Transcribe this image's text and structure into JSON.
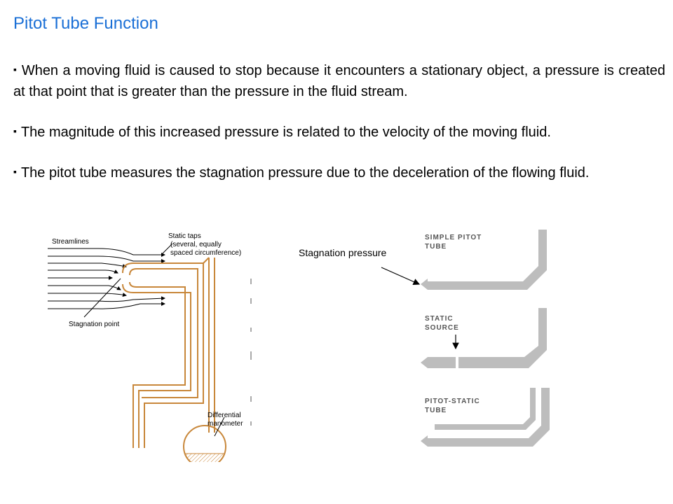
{
  "slide": {
    "title": "Pitot Tube Function",
    "bullet_marker": "▪",
    "bullets": [
      "When a moving fluid is caused to stop because it encounters a stationary object, a pressure is created at that point that is greater than the pressure in the fluid stream.",
      "The magnitude of this increased pressure is related to the velocity of the moving fluid.",
      "The pitot tube measures the stagnation pressure due to the deceleration of the flowing fluid."
    ]
  },
  "left_diagram": {
    "labels": {
      "streamlines": "Streamlines",
      "static_taps_1": "Static taps",
      "static_taps_2": "(several, equally",
      "static_taps_3": "spaced circumference)",
      "stagnation_point": "Stagnation point",
      "manometer_1": "Differential",
      "manometer_2": "manometer"
    },
    "tube_color": "#c8873a"
  },
  "right_diagram": {
    "callout": "Stagnation pressure",
    "panels": [
      {
        "line1": "SIMPLE PITOT",
        "line2": "TUBE"
      },
      {
        "line1": "STATIC",
        "line2": "SOURCE"
      },
      {
        "line1": "PITOT-STATIC",
        "line2": "TUBE"
      }
    ],
    "tube_color": "#bdbdbd"
  }
}
